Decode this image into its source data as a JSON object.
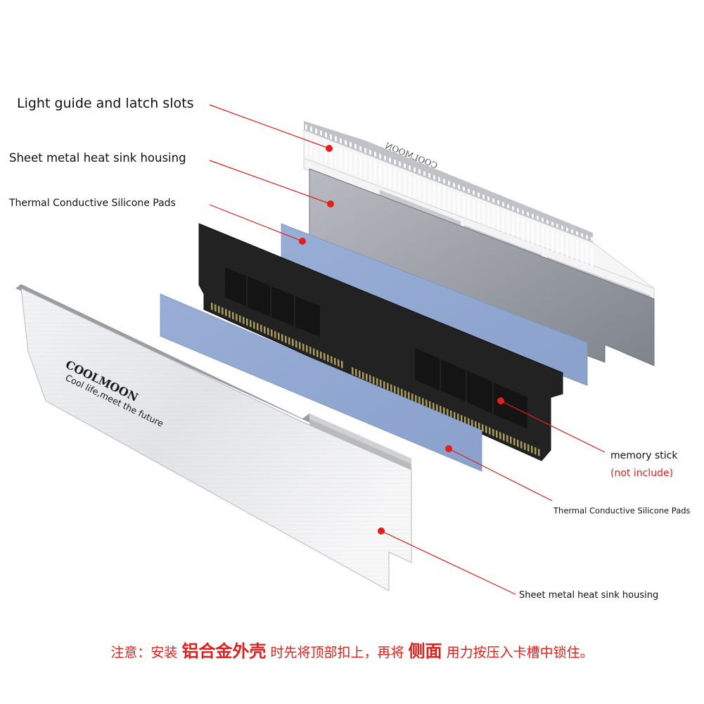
{
  "callouts": {
    "light_guide": "Light guide and latch slots",
    "sheet_metal_top": "Sheet metal heat sink housing",
    "pads_top": "Thermal Conductive Silicone Pads",
    "memory_stick": "memory stick",
    "not_include": "(not include)",
    "pads_bottom": "Thermal Conductive Silicone Pads",
    "sheet_metal_bottom": "Sheet metal heat sink housing"
  },
  "branding": {
    "logo": "COOLMOON",
    "slogan": "Cool life,meet the future",
    "back_logo": "COOLMOON"
  },
  "footer": {
    "part1": "注意：安装",
    "em1": "铝合金外壳",
    "part2": "时先将顶部扣上，再将",
    "em2": "侧面",
    "part3": "用力按压入卡槽中锁住。"
  },
  "colors": {
    "leader": "#e0201c",
    "pad": "#8fa6cf",
    "housing_dark": "#8f9299",
    "pcb": "#1f1f1f",
    "silver": "#e8e9eb"
  }
}
